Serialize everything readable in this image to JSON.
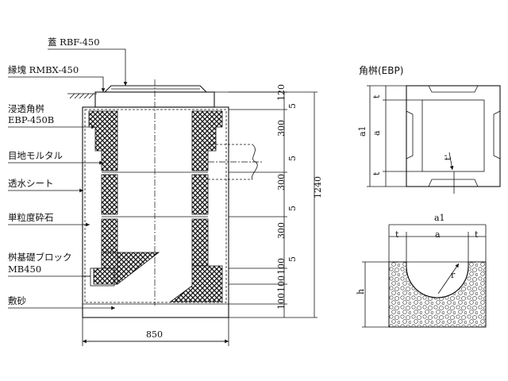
{
  "section": {
    "labels": {
      "lid": "蓋 RBF-450",
      "curb": "縁塊 RMBX-450",
      "basin_line1": "浸透角桝",
      "basin_line2": "EBP-450B",
      "joint_mortar": "目地モルタル",
      "permeable_sheet": "透水シート",
      "crushed_stone": "単粒度砕石",
      "base_block_line1": "桝基礎ブロック",
      "base_block_line2": "MB450",
      "sand": "敷砂"
    },
    "dimensions": {
      "d120": "120",
      "d300a": "300",
      "d300b": "300",
      "d300c": "300",
      "d100a": "100",
      "d100b": "100",
      "d100c": "100",
      "d5a": "5",
      "d5b": "5",
      "d5c": "5",
      "d5d": "5",
      "total": "1240",
      "width": "850"
    }
  },
  "plan": {
    "title": "角桝(EBP)",
    "al": "a1",
    "a": "a",
    "t_top": "t",
    "t_bottom": "t",
    "t_prime": "t'"
  },
  "base_detail": {
    "al": "a1",
    "t_left": "t",
    "a": "a",
    "t_right": "t",
    "h": "h",
    "r": "r"
  }
}
